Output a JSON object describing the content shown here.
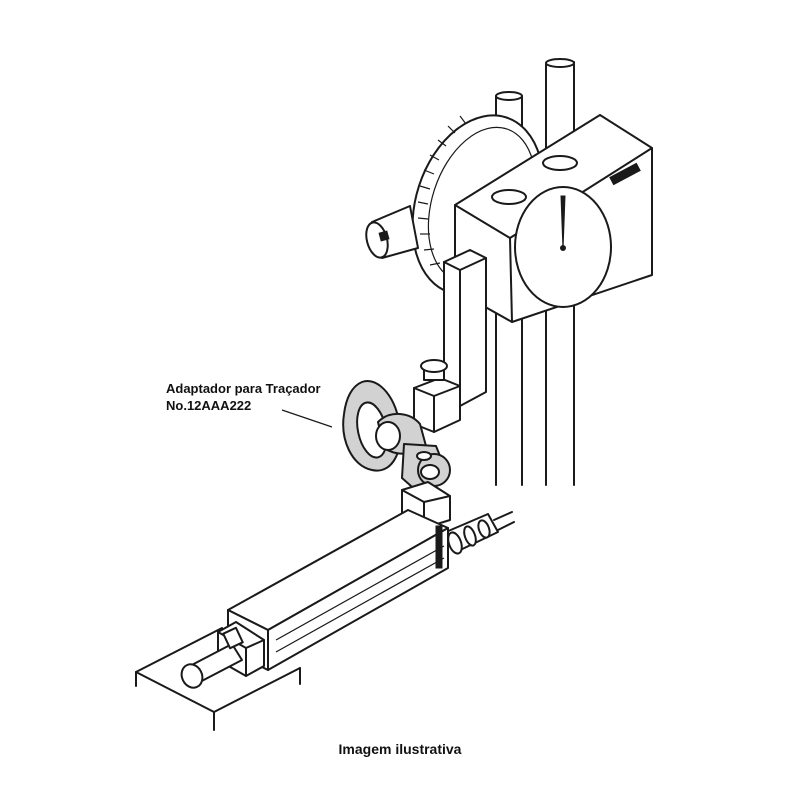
{
  "callout": {
    "line1": "Adaptador para Traçador",
    "line2": "No.12AAA222"
  },
  "caption": "Imagem ilustrativa",
  "colors": {
    "ink": "#1a1a1a",
    "highlight_part": "#d2d2d2",
    "background": "#ffffff"
  }
}
